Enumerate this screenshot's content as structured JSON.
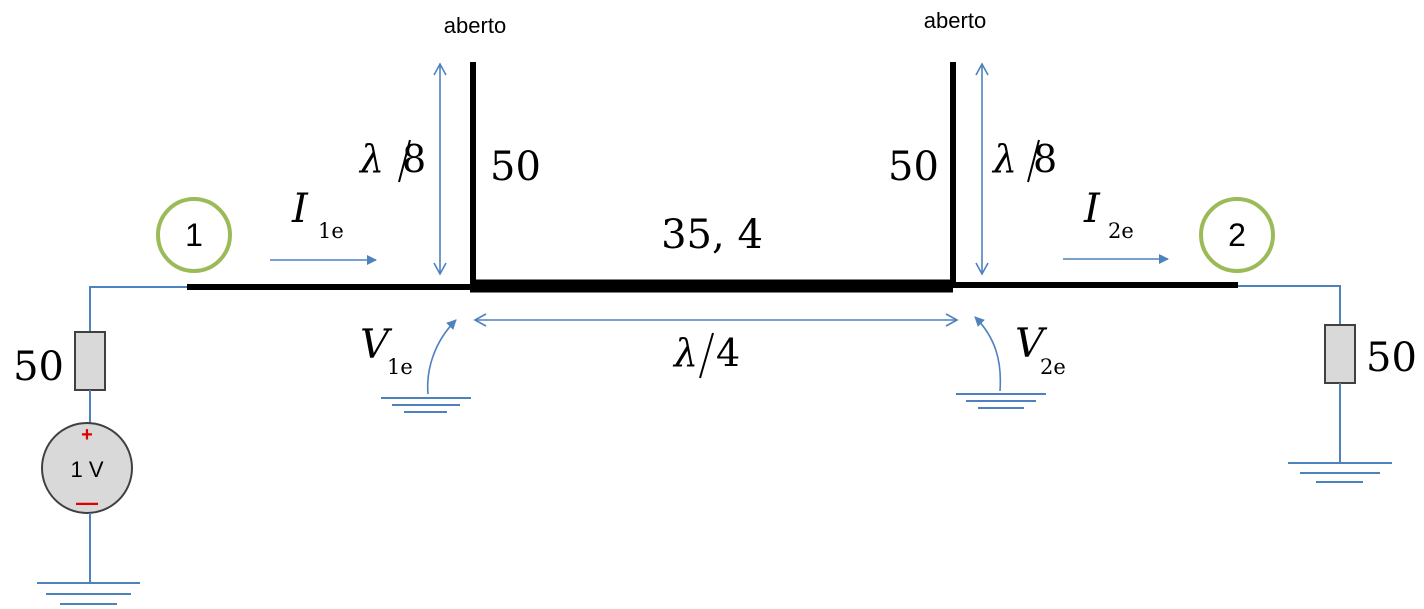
{
  "colors": {
    "wire": "#4f81bd",
    "port_ring": "#9bbb59",
    "polarity": "#e00000",
    "source_fill": "#d9d9d9",
    "resistor_fill": "#d9d9d9",
    "line": "#000000"
  },
  "stubs": {
    "left": {
      "label": "aberto",
      "impedance": "50",
      "length_num": "λ",
      "length_den": "8"
    },
    "right": {
      "label": "aberto",
      "impedance": "50",
      "length_num": "λ",
      "length_den": "8"
    }
  },
  "main_line": {
    "impedance": "35, 4",
    "length_num": "λ",
    "length_den": "4"
  },
  "ports": [
    {
      "number": "1"
    },
    {
      "number": "2"
    }
  ],
  "currents": [
    {
      "symbol": "I",
      "subscript": "1e"
    },
    {
      "symbol": "I",
      "subscript": "2e"
    }
  ],
  "voltages": [
    {
      "symbol": "V",
      "subscript": "1e"
    },
    {
      "symbol": "V",
      "subscript": "2e"
    }
  ],
  "source": {
    "label": "1 V",
    "plus": "+",
    "minus": "—"
  },
  "resistors": {
    "source": "50",
    "load": "50"
  }
}
